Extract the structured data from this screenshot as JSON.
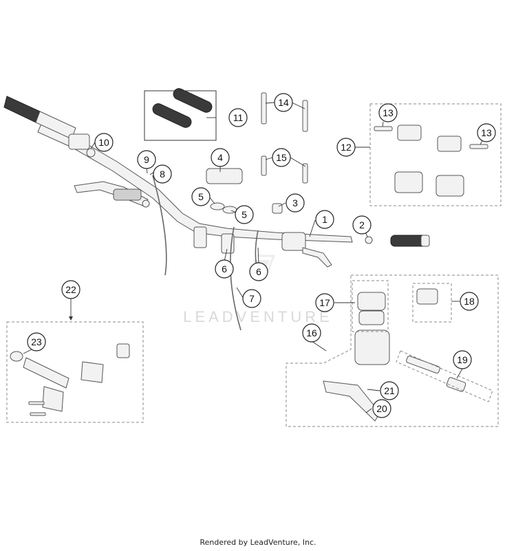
{
  "diagram": {
    "callouts": [
      {
        "id": "c1",
        "label": "1"
      },
      {
        "id": "c2",
        "label": "2"
      },
      {
        "id": "c3",
        "label": "3"
      },
      {
        "id": "c4",
        "label": "4"
      },
      {
        "id": "c5a",
        "label": "5"
      },
      {
        "id": "c5b",
        "label": "5"
      },
      {
        "id": "c6a",
        "label": "6"
      },
      {
        "id": "c6b",
        "label": "6"
      },
      {
        "id": "c7",
        "label": "7"
      },
      {
        "id": "c8",
        "label": "8"
      },
      {
        "id": "c9",
        "label": "9"
      },
      {
        "id": "c10",
        "label": "10"
      },
      {
        "id": "c11",
        "label": "11"
      },
      {
        "id": "c12",
        "label": "12"
      },
      {
        "id": "c13a",
        "label": "13"
      },
      {
        "id": "c13b",
        "label": "13"
      },
      {
        "id": "c14",
        "label": "14"
      },
      {
        "id": "c15",
        "label": "15"
      },
      {
        "id": "c16",
        "label": "16"
      },
      {
        "id": "c17",
        "label": "17"
      },
      {
        "id": "c18",
        "label": "18"
      },
      {
        "id": "c19",
        "label": "19"
      },
      {
        "id": "c20",
        "label": "20"
      },
      {
        "id": "c21",
        "label": "21"
      },
      {
        "id": "c22",
        "label": "22"
      },
      {
        "id": "c23",
        "label": "23"
      }
    ]
  },
  "watermark": "LEADVENTURE",
  "footer": "Rendered by LeadVenture, Inc."
}
